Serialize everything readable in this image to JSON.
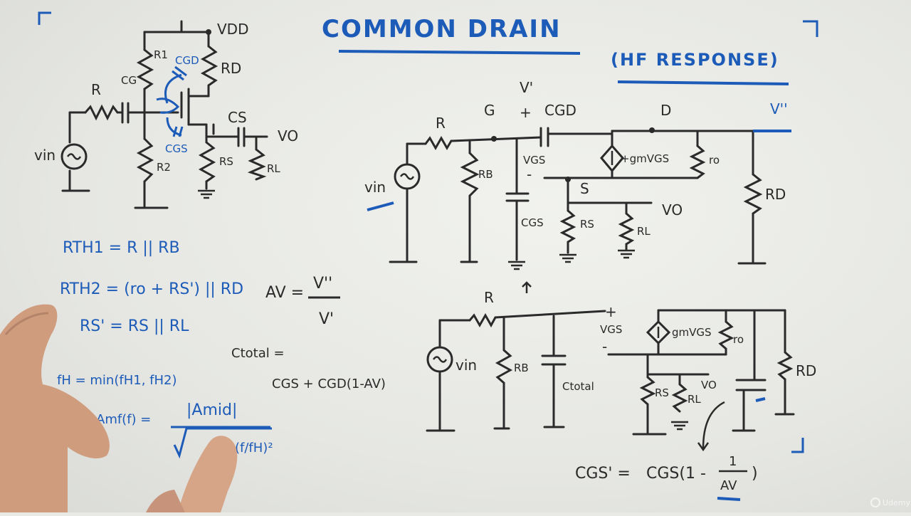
{
  "title": "COMMON DRAIN",
  "subtitle": "(HF RESPONSE)",
  "labels": {
    "vdd": "VDD",
    "r1": "R1",
    "rd": "RD",
    "cgd": "CGD",
    "cg": "CG",
    "cs": "CS",
    "r": "R",
    "vo": "VO",
    "vin": "vin",
    "cgs": "CGS",
    "r2": "R2",
    "rs": "RS",
    "rl": "RL",
    "v1": "V'",
    "g": "G",
    "cgd2": "CGD",
    "d": "D",
    "v2": "V''",
    "rb": "RB",
    "vgs": "VGS",
    "gm": "+gmVGS",
    "ro": "ro",
    "s": "S",
    "vo2": "VO",
    "rd2": "RD",
    "rs2": "RS",
    "rl2": "RL",
    "cgs2": "CGS",
    "vin2": "vin",
    "r3": "R",
    "vin3": "vin",
    "rb2": "RB",
    "ctotal": "Ctotal",
    "vgs2": "VGS",
    "gm2": "gmVGS",
    "ro2": "ro",
    "rd3": "RD",
    "rs3": "RS",
    "rl3": "RL",
    "vo3": "VO"
  },
  "equations": {
    "rth1": "RTH1 = R || RB",
    "rth2": "RTH2 = (ro + RS') || RD",
    "rs_prime": "RS' = RS || RL",
    "fh": "fH = min(fH1, fH2)",
    "amid_num": "|Amid|",
    "amid_den": "(f/fH)²",
    "amid_lhs": "Amf(f) =",
    "av_lhs": "AV =",
    "av_num": "V''",
    "av_den": "V'",
    "ctotal_lhs": "Ctotal =",
    "ctotal_rhs": "CGS + CGD(1-AV)",
    "cgs_prime_lhs": "CGS' =",
    "cgs_prime_rhs": "CGS(1 -",
    "cgs_prime_num": "1",
    "cgs_prime_den": "AV",
    "cgs_prime_close": ")"
  },
  "watermark": "Udemy",
  "colors": {
    "ink": "#2a2a2a",
    "marker_blue": "#1d5bb8",
    "board": "#ebece8",
    "skin": "#d9a88a"
  }
}
